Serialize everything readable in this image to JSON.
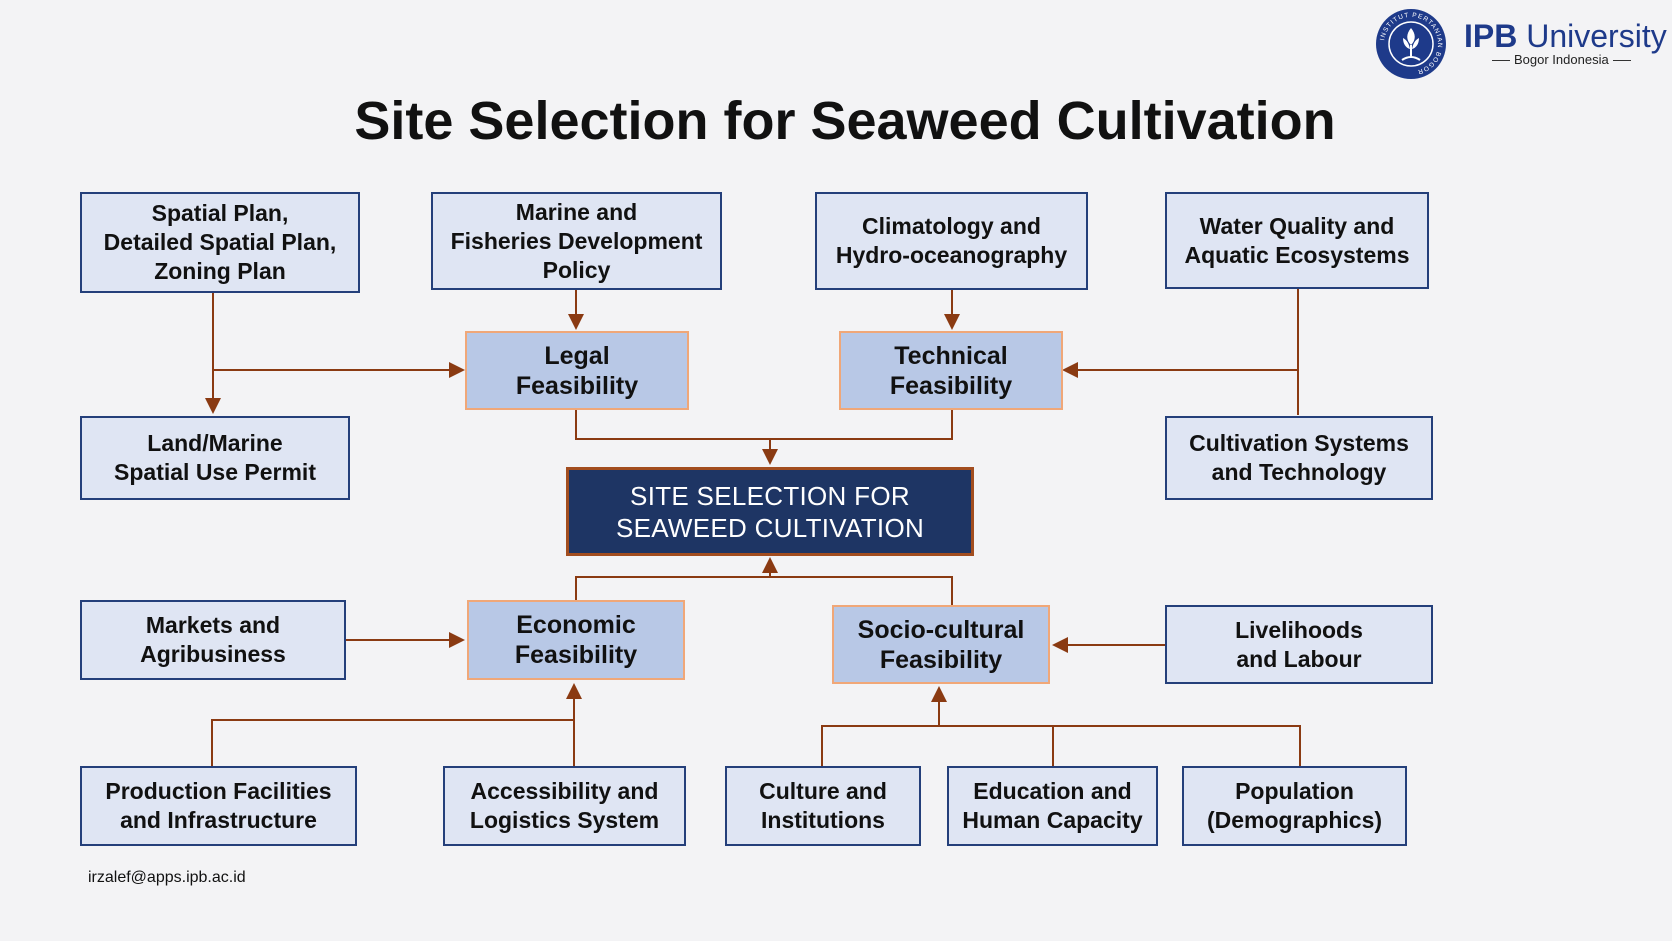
{
  "header": {
    "logo_label": "IPB University logo",
    "logo_ring_text": "INSTITUT PERTANIAN BOGOR",
    "university_short": "IPB",
    "university_word": "University",
    "university_location": "Bogor Indonesia"
  },
  "title": "Site Selection for Seaweed Cultivation",
  "nodes": {
    "spatial_plan": "Spatial Plan,\nDetailed Spatial Plan,\nZoning Plan",
    "marine_policy": "Marine and\nFisheries Development\nPolicy",
    "climatology": "Climatology and\nHydro-oceanography",
    "water_quality": "Water Quality and\nAquatic Ecosystems",
    "legal": "Legal\nFeasibility",
    "technical": "Technical\nFeasibility",
    "land_permit": "Land/Marine\nSpatial Use Permit",
    "cultivation_systems": "Cultivation Systems\nand Technology",
    "center": "SITE SELECTION FOR\nSEAWEED CULTIVATION",
    "markets": "Markets and\nAgribusiness",
    "economic": "Economic\nFeasibility",
    "sociocultural": "Socio-cultural\nFeasibility",
    "livelihoods": "Livelihoods\nand Labour",
    "production": "Production Facilities\nand Infrastructure",
    "accessibility": "Accessibility and\nLogistics System",
    "culture": "Culture and\nInstitutions",
    "education": "Education and\nHuman Capacity",
    "population": "Population\n(Demographics)"
  },
  "footer": {
    "email": "irzalef@apps.ipb.ac.id"
  },
  "colors": {
    "box_fill": "#dfe5f3",
    "box_border": "#243f7a",
    "feasibility_fill": "#b8c8e6",
    "feasibility_border": "#f0a778",
    "center_fill": "#1e3564",
    "center_border": "#a24d1f",
    "connector": "#8a3a12",
    "brand": "#1e3a8a"
  }
}
